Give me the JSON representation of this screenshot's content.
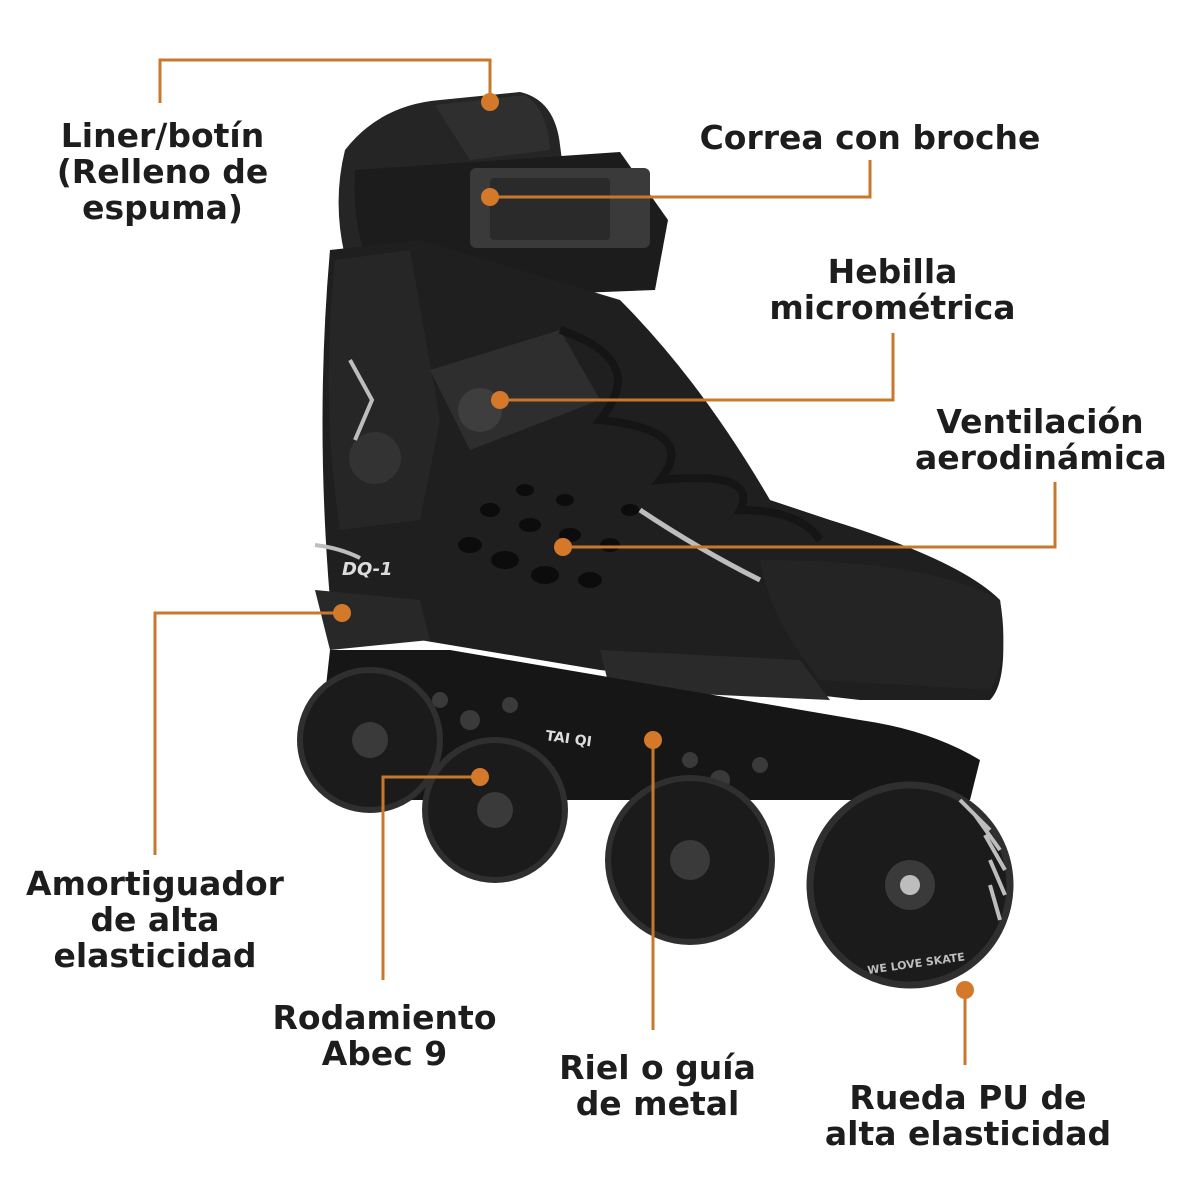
{
  "colors": {
    "leader": "#c8782d",
    "dot": "#d4792a",
    "text": "#1d1d1d",
    "skate_body": "#1e1e1e",
    "skate_shade": "#2c2c2c",
    "skate_detail": "#3c3c3c",
    "skate_highlight": "#bdbdbd"
  },
  "labels": {
    "liner": [
      "Liner/botín",
      "(Relleno de",
      "espuma)"
    ],
    "strap": [
      "Correa con broche"
    ],
    "buckle": [
      "Hebilla",
      "micrométrica"
    ],
    "ventilation": [
      "Ventilación",
      "aerodinámica"
    ],
    "shock": [
      "Amortiguador",
      "de alta",
      "elasticidad"
    ],
    "bearing": [
      "Rodamiento",
      "Abec 9"
    ],
    "rail": [
      "Riel o guía",
      "de metal"
    ],
    "wheel": [
      "Rueda PU de",
      "alta elasticidad"
    ]
  },
  "product": {
    "brand": "TAI QI",
    "model": "DQ-1",
    "wheel_print": "WE LOVE SKATE"
  }
}
